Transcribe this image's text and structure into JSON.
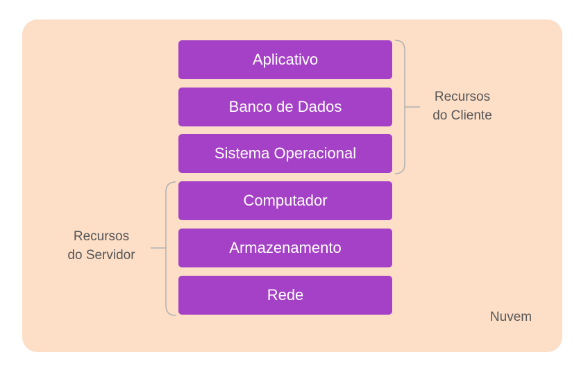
{
  "cloud": {
    "label": "Nuvem"
  },
  "layers": [
    {
      "label": "Aplicativo"
    },
    {
      "label": "Banco de Dados"
    },
    {
      "label": "Sistema Operacional"
    },
    {
      "label": "Computador"
    },
    {
      "label": "Armazenamento"
    },
    {
      "label": "Rede"
    }
  ],
  "groups": {
    "client": {
      "line1": "Recursos",
      "line2": "do Cliente"
    },
    "server": {
      "line1": "Recursos",
      "line2": "do Servidor"
    }
  },
  "colors": {
    "cloud_background": "#fddfc8",
    "layer_fill": "#a541c6",
    "layer_text": "#ffffff",
    "label_text": "#555555",
    "bracket": "#b0b0b0"
  }
}
